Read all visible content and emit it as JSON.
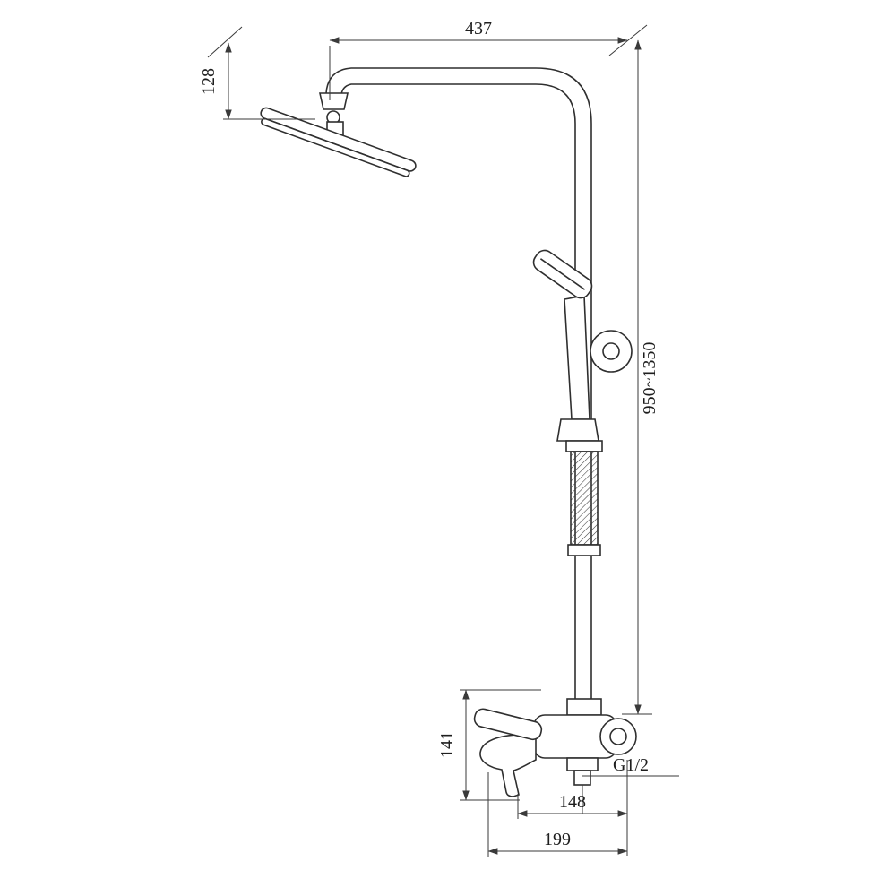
{
  "page": {
    "background": "#ffffff",
    "subject": "shower-column-dimension-drawing"
  },
  "drawing": {
    "colors": {
      "line": "#2f2f2f",
      "dimension": "#3a3a3a",
      "background": "#ffffff"
    },
    "labels": {
      "top_width": "437",
      "head_drop": "128",
      "column_height_range": "950~1350",
      "spout_height": "141",
      "thread_size": "G1/2",
      "outlet_offset": "148",
      "base_width": "199"
    }
  }
}
